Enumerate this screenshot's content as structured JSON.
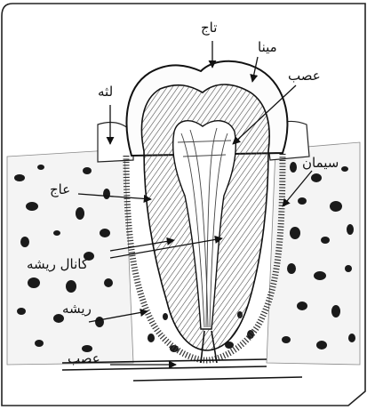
{
  "labels": {
    "crown": "تاج",
    "enamel": "مینا",
    "pulp_nerve": "عصب",
    "gum": "لثه",
    "cementum": "سیمان",
    "dentin": "عاج",
    "root_canal": "کانال ریشه",
    "root": "ریشه",
    "nerve": "عصب"
  }
}
